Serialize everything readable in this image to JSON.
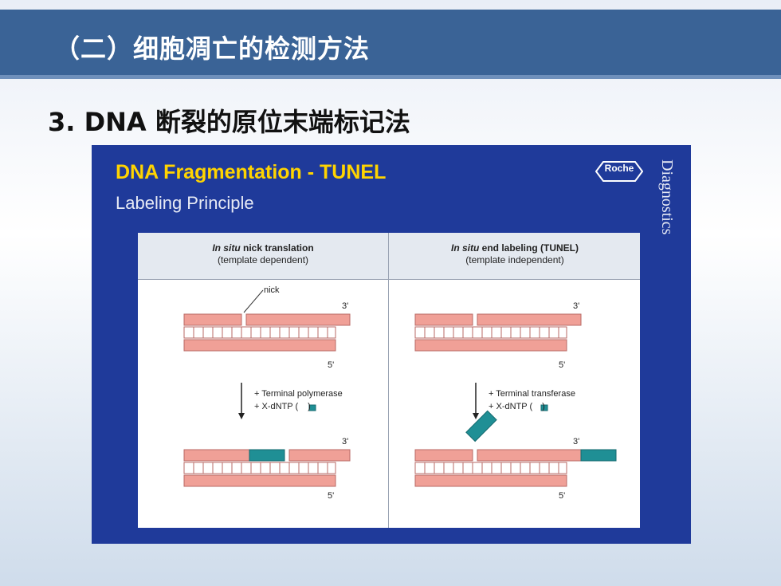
{
  "header": {
    "title": "（二）细胞凋亡的检测方法"
  },
  "section": {
    "subtitle": "3. DNA 断裂的原位末端标记法"
  },
  "figure": {
    "title": "DNA Fragmentation - TUNEL",
    "subtitle": "Labeling Principle",
    "brand": "Roche",
    "vertical_label": "Diagnostics",
    "colors": {
      "bg": "#1f3a9a",
      "title": "#ffd400",
      "strand": "#f0a097",
      "label_tag": "#1f8f95"
    },
    "left": {
      "heading_italic": "In situ",
      "heading_rest": " nick translation",
      "heading_note": "(template dependent)",
      "nick_label": "nick",
      "end3_top": "3'",
      "end5_top": "5'",
      "reagent1": "+ Terminal polymerase",
      "reagent2": "+ X-dNTP (",
      "reagent2_close": ")",
      "end3_bottom": "3'",
      "end5_bottom": "5'"
    },
    "right": {
      "heading_italic": "In situ",
      "heading_rest": " end labeling (TUNEL)",
      "heading_note": "(template independent)",
      "end3_top": "3'",
      "end5_top": "5'",
      "reagent1": "+ Terminal transferase",
      "reagent2": "+ X-dNTP (",
      "reagent2_close": ")",
      "end3_bottom": "3'",
      "end5_bottom": "5'"
    }
  }
}
